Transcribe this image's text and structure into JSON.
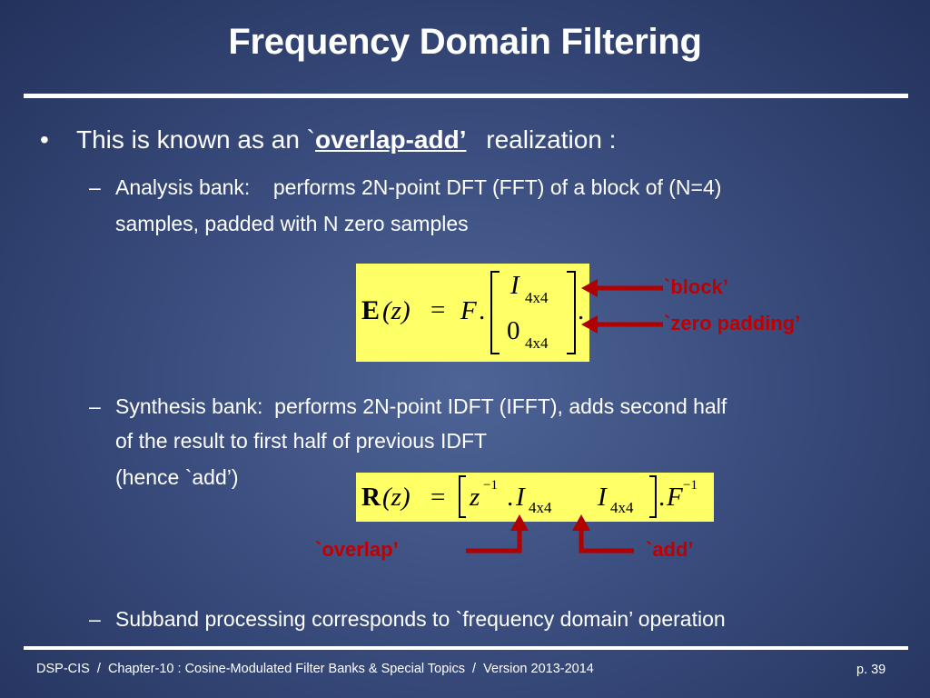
{
  "slide": {
    "title": "Frequency Domain Filtering",
    "bullet1": {
      "prefix": "This is known as an `",
      "term": "overlap-add",
      "term_close": "’",
      "suffix": " realization :"
    },
    "analysis": {
      "line1": "Analysis bank:    performs 2N-point DFT (FFT) of a block of (N=4)",
      "line2": "samples, padded with N zero samples"
    },
    "eq1": {
      "lhs_bold": "E",
      "lhs_arg": "(z)",
      "equals": "=",
      "F": "F",
      "dot": ".",
      "top_var": "I",
      "top_sub": "4x4",
      "bottom_var": "0",
      "bottom_sub": "4x4",
      "end_dot": "."
    },
    "labels": {
      "block": "`block’",
      "zero_padding": "`zero padding’",
      "overlap": "`overlap’",
      "add": "`add’"
    },
    "synthesis": {
      "line1": "Synthesis bank:  performs 2N-point IDFT (IFFT), adds second half",
      "line2": "of the result to first half of previous IDFT",
      "line3": "(hence `add’)"
    },
    "eq2": {
      "lhs_bold": "R",
      "lhs_arg": "(z)",
      "equals": "=",
      "z": "z",
      "z_exp": "−1",
      "dot": ".",
      "I1": "I",
      "I1_sub": "4x4",
      "I2": "I",
      "I2_sub": "4x4",
      "end_dot": ".",
      "F": "F",
      "F_exp": "−1"
    },
    "subband": "Subband processing corresponds to `frequency domain’ operation",
    "dash": "–",
    "bullet_char": "•"
  },
  "footer": {
    "text": "DSP-CIS  /  Chapter-10 : Cosine-Modulated Filter Banks & Special Topics  /  Version 2013-2014",
    "page": "p. 39"
  },
  "colors": {
    "equation_box": "#ffff66",
    "arrow_red": "#b00000",
    "label_red": "#c00000",
    "background": "#3a4d7e"
  }
}
